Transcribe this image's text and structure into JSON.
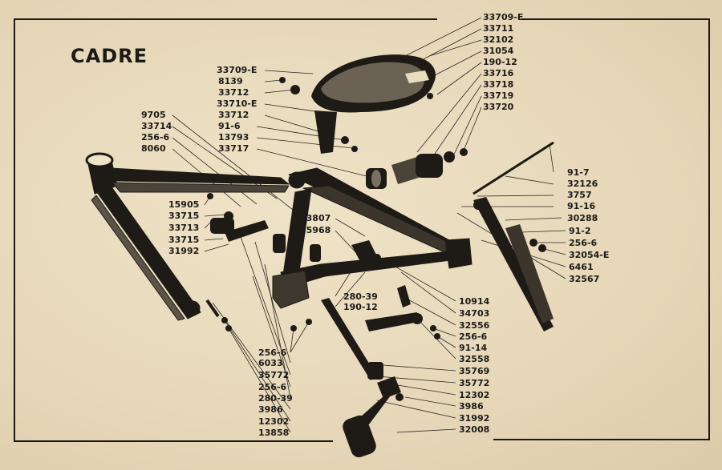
{
  "title": "CADRE",
  "top_right": [
    "33709-E",
    "33711",
    "32102",
    "31054",
    "190-12",
    "33716",
    "33718",
    "33719",
    "33720"
  ],
  "seat_left": [
    "33709-E",
    "8139",
    "33712",
    "33710-E",
    "33712",
    "91-6",
    "13793",
    "33717"
  ],
  "frame_left": [
    "9705",
    "33714",
    "256-6",
    "8060"
  ],
  "mid_left": [
    "15905",
    "33715",
    "33713",
    "33715",
    "31992"
  ],
  "center": [
    "33807",
    "35968"
  ],
  "center_low": [
    "280-39",
    "190-12"
  ],
  "right_side": [
    "91-7",
    "32126",
    "3757",
    "91-16",
    "30288",
    "91-2",
    "256-6",
    "32054-E",
    "6461",
    "32567"
  ],
  "lower_right": [
    "10914",
    "34703",
    "32556",
    "256-6",
    "91-14",
    "32558",
    "35769",
    "35772",
    "12302",
    "3986",
    "31992",
    "32008"
  ],
  "bottom_left": [
    "256-6",
    "6033",
    "35772",
    "256-6",
    "280-39",
    "3986",
    "12302",
    "13858"
  ]
}
